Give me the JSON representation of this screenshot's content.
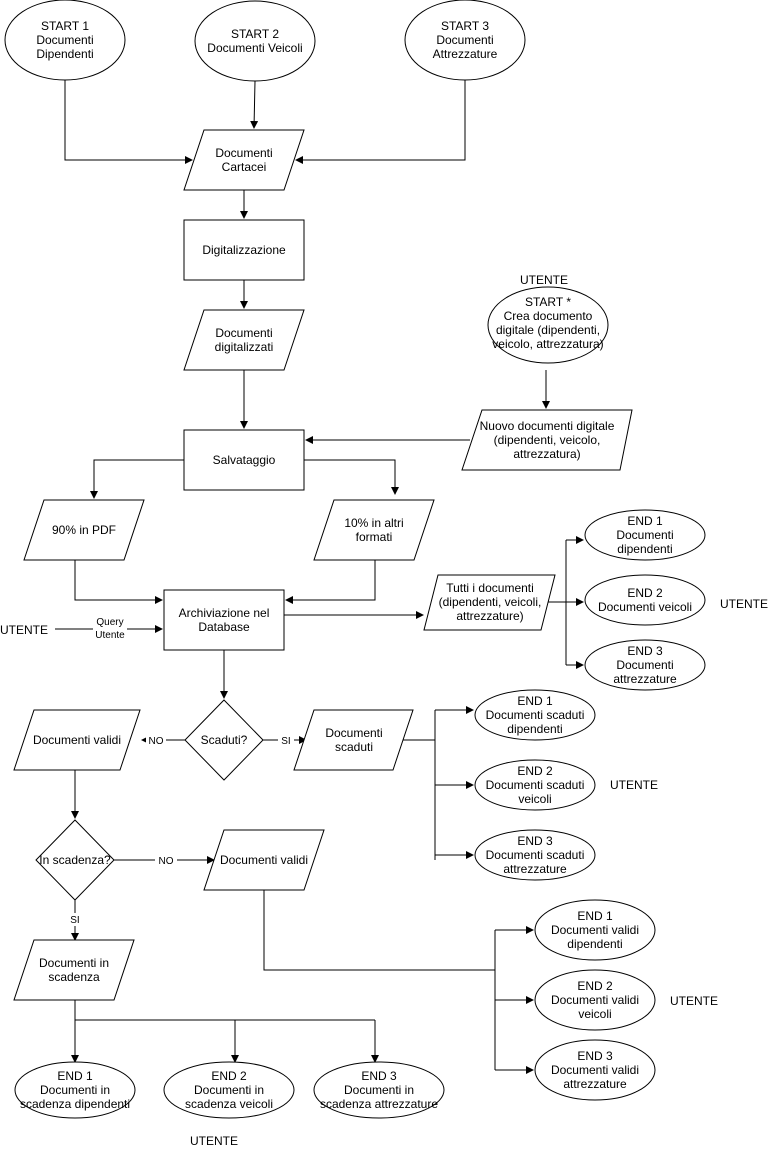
{
  "nodes": {
    "start1": [
      "START 1",
      "Documenti",
      "Dipendenti"
    ],
    "start2": [
      "START 2",
      "Documenti Veicoli"
    ],
    "start3": [
      "START 3",
      "Documenti",
      "Attrezzature"
    ],
    "cartacei": [
      "Documenti",
      "Cartacei"
    ],
    "digitalizzazione": [
      "Digitalizzazione"
    ],
    "digitalizzati": [
      "Documenti",
      "digitalizzati"
    ],
    "start_user": [
      "START *",
      "Crea documento",
      "digitale (dipendenti,",
      "veicolo, attrezzatura)"
    ],
    "nuovo_digitale": [
      "Nuovo documenti digitale",
      "(dipendenti, veicolo,",
      "attrezzatura)"
    ],
    "salvataggio": [
      "Salvataggio"
    ],
    "pdf": [
      "90% in PDF"
    ],
    "altri": [
      "10% in altri",
      "formati"
    ],
    "archiviazione": [
      "Archiviazione nel",
      "Database"
    ],
    "tutti": [
      "Tutti i documenti",
      "(dipendenti, veicoli,",
      "attrezzature)"
    ],
    "end1_tutti": [
      "END 1",
      "Documenti",
      "dipendenti"
    ],
    "end2_tutti": [
      "END 2",
      "Documenti veicoli"
    ],
    "end3_tutti": [
      "END 3",
      "Documenti",
      "attrezzature"
    ],
    "scaduti_q": [
      "Scaduti?"
    ],
    "validi1": [
      "Documenti validi"
    ],
    "scaduti_doc": [
      "Documenti",
      "scaduti"
    ],
    "end1_scad": [
      "END 1",
      "Documenti scaduti",
      "dipendenti"
    ],
    "end2_scad": [
      "END 2",
      "Documenti scaduti",
      "veicoli"
    ],
    "end3_scad": [
      "END 3",
      "Documenti scaduti",
      "attrezzature"
    ],
    "inscad_q": [
      "In scadenza?"
    ],
    "validi2": [
      "Documenti validi"
    ],
    "inscad_doc": [
      "Documenti in",
      "scadenza"
    ],
    "end1_val": [
      "END 1",
      "Documenti validi",
      "dipendenti"
    ],
    "end2_val": [
      "END 2",
      "Documenti validi",
      "veicoli"
    ],
    "end3_val": [
      "END 3",
      "Documenti validi",
      "attrezzature"
    ],
    "end1_inscad": [
      "END 1",
      "Documenti in",
      "scadenza dipendenti"
    ],
    "end2_inscad": [
      "END 2",
      "Documenti in",
      "scadenza veicoli"
    ],
    "end3_inscad": [
      "END 3",
      "Documenti in",
      "scadenza attrezzature"
    ]
  },
  "labels": {
    "utente_top": "UTENTE",
    "utente_left": "UTENTE",
    "utente_tutti": "UTENTE",
    "utente_scaduti": "UTENTE",
    "utente_validi": "UTENTE",
    "utente_bottom": "UTENTE",
    "query_line1": "Query",
    "query_line2": "Utente",
    "no1": "NO",
    "si1": "SI",
    "no2": "NO",
    "si2": "SI"
  }
}
